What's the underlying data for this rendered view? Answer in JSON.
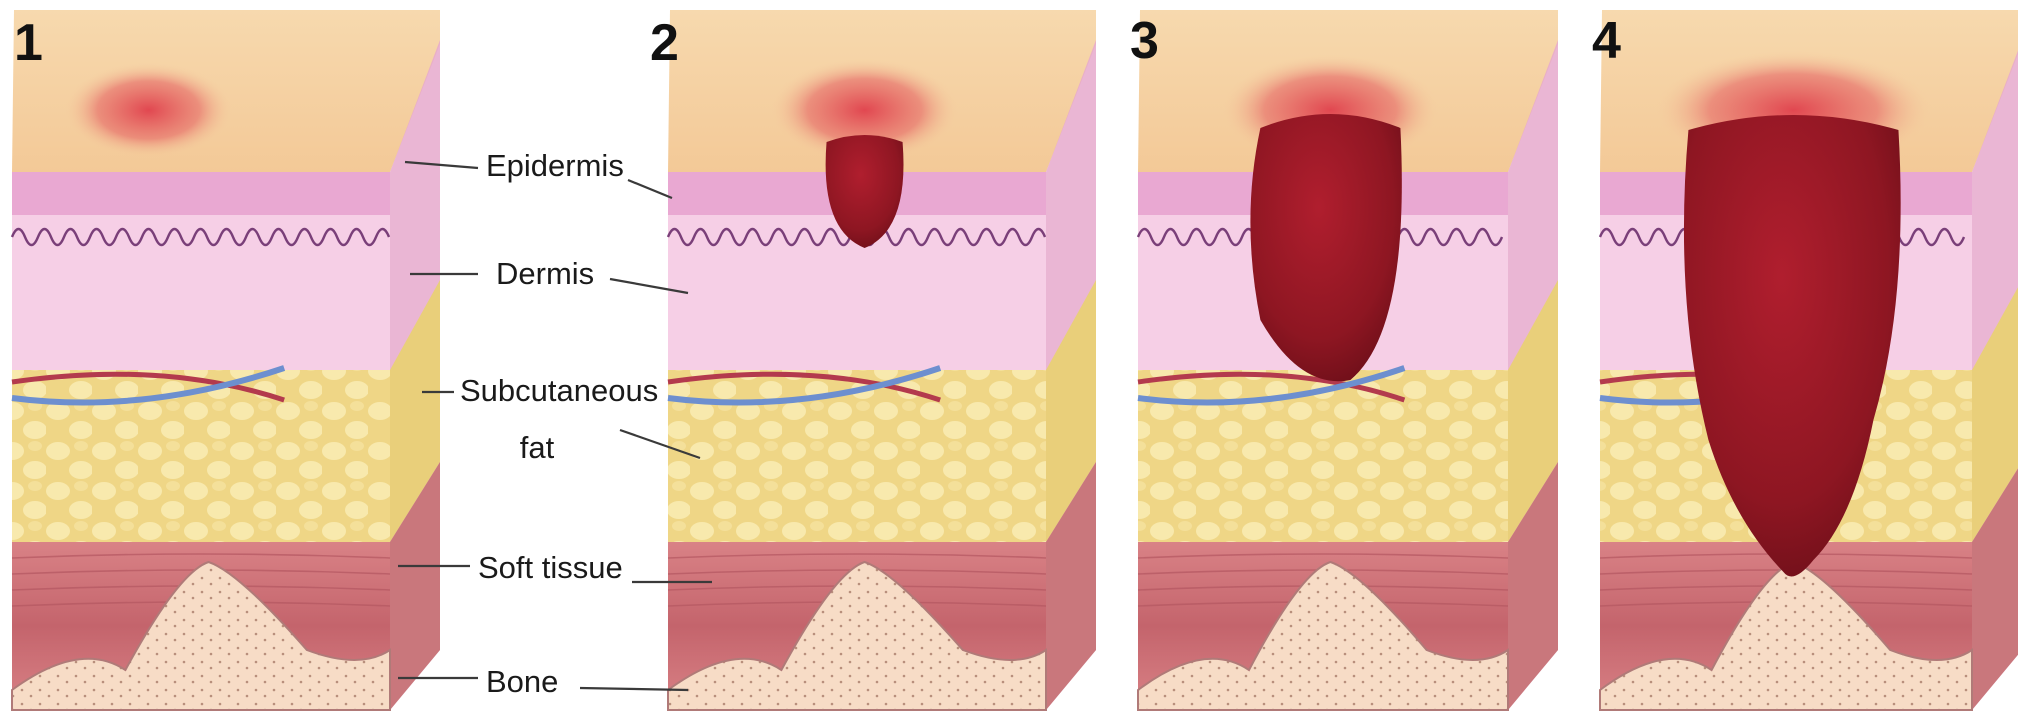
{
  "stages": [
    {
      "number": "1",
      "wound_depth": "none"
    },
    {
      "number": "2",
      "wound_depth": "epidermis-dermis"
    },
    {
      "number": "3",
      "wound_depth": "subcutaneous fat"
    },
    {
      "number": "4",
      "wound_depth": "bone"
    }
  ],
  "labels": {
    "epidermis": "Epidermis",
    "dermis": "Dermis",
    "subcutaneous_line1": "Subcutaneous",
    "subcutaneous_line2": "fat",
    "soft_tissue": "Soft tissue",
    "bone": "Bone"
  },
  "colors": {
    "skin_surface": "#f6d2a2",
    "epidermis": "#e9a8d2",
    "dermis": "#f6cfe6",
    "fat": "#f2dc8e",
    "soft_tissue": "#c96b72",
    "bone": "#f7dcc6",
    "wound": "#8e1622",
    "artery": "#b33a4d",
    "vein": "#6d8fcf"
  }
}
